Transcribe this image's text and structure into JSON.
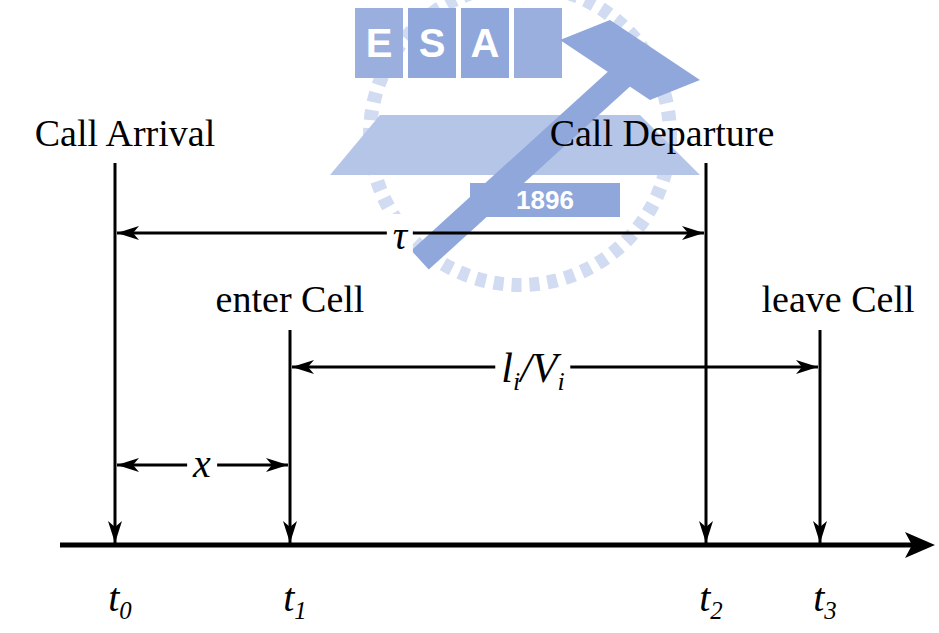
{
  "diagram": {
    "labels": [
      "E",
      "S",
      "A",
      "1896",
      "Call Arrival",
      "Call Departure",
      "τ",
      "enter Cell",
      "leave Cell",
      "li/Vi",
      "x",
      "t0",
      "t1",
      "t2",
      "t3"
    ]
  }
}
